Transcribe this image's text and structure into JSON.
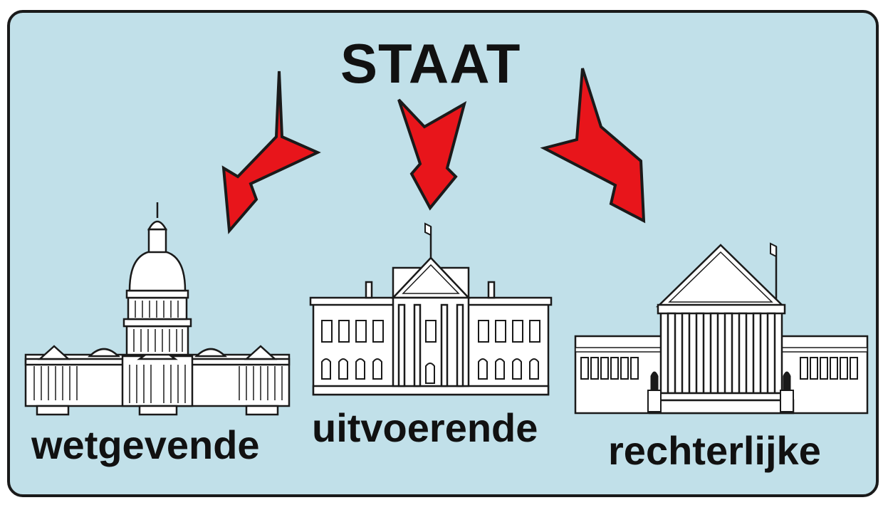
{
  "diagram": {
    "title": "STAAT",
    "branches": [
      {
        "id": "legislative",
        "label": "wetgevende",
        "icon": "capitol-building-icon"
      },
      {
        "id": "executive",
        "label": "uitvoerende",
        "icon": "white-house-icon"
      },
      {
        "id": "judicial",
        "label": "rechterlijke",
        "icon": "courthouse-icon"
      }
    ],
    "colors": {
      "background": "#c1e0e9",
      "arrow": "#e8151b",
      "outline": "#1a1a1a",
      "building": "#ffffff"
    }
  }
}
